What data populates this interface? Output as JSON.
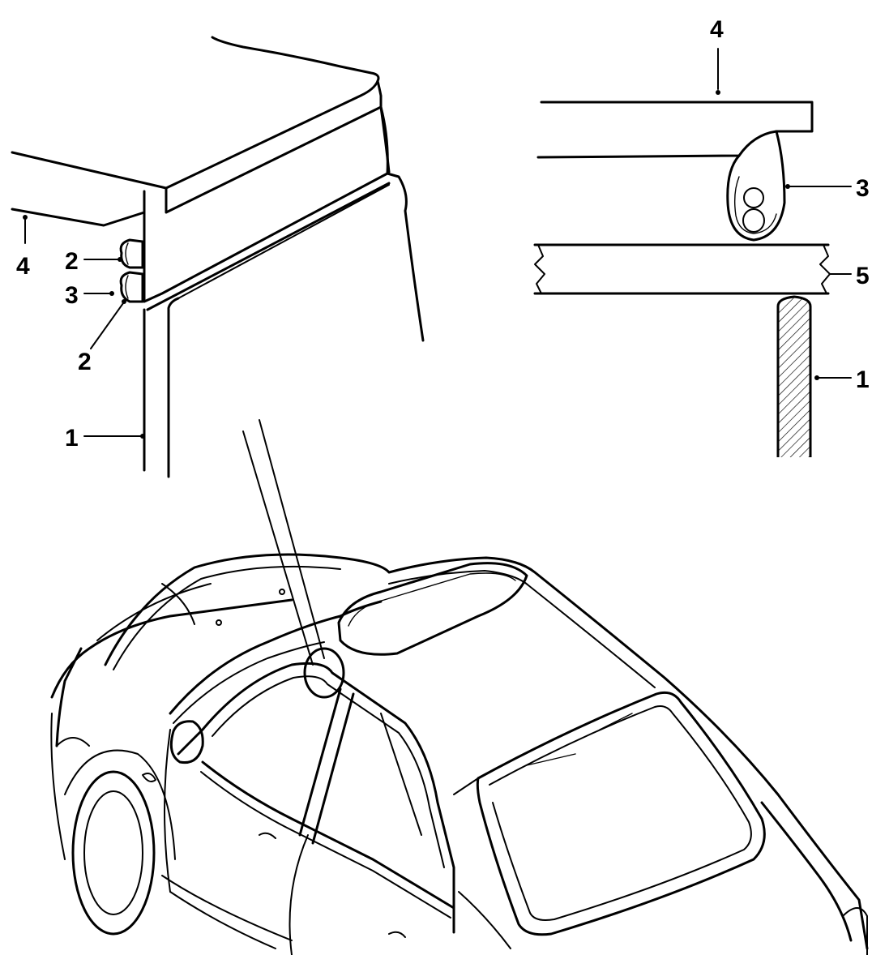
{
  "figure": {
    "background": "#ffffff",
    "ink": "#000000",
    "views": [
      "perspective-detail",
      "cross-section",
      "vehicle-overview"
    ]
  },
  "callouts": {
    "perspective": {
      "c1": "1",
      "c2a": "2",
      "c2b": "2",
      "c3": "3",
      "c4": "4"
    },
    "section": {
      "c1": "1",
      "c3": "3",
      "c4": "4",
      "c5": "5"
    }
  }
}
